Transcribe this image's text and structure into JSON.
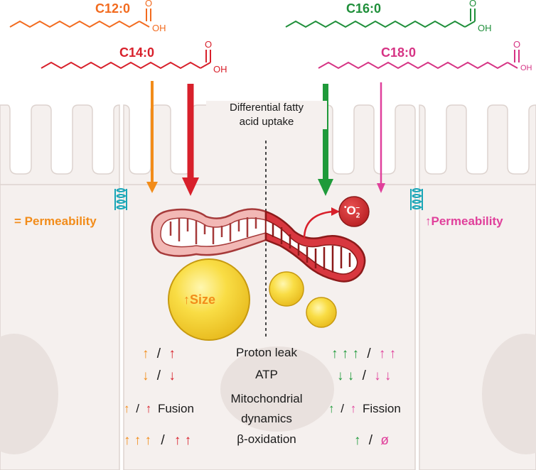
{
  "fatty_acids": {
    "c12": {
      "label": "C12:0",
      "oh": "OH",
      "o": "O",
      "color": "#f26b1f"
    },
    "c14": {
      "label": "C14:0",
      "oh": "OH",
      "o": "O",
      "color": "#d8202b"
    },
    "c16": {
      "label": "C16:0",
      "oh": "OH",
      "o": "O",
      "color": "#1f8f3a"
    },
    "c18": {
      "label": "C18:0",
      "oh": "OH",
      "o": "O",
      "color": "#d63384"
    }
  },
  "uptake_label_line1": "Differential fatty",
  "uptake_label_line2": "acid uptake",
  "superoxide": {
    "o": "O",
    "sub": "2",
    "sup": "–",
    "dot": "•"
  },
  "left_permeability": "= Permeability",
  "right_permeability": "↑Permeability",
  "lipid_size": "↑Size",
  "rows": [
    {
      "left_a": "↑",
      "sep": "/",
      "left_b": "↑",
      "label": "Proton leak",
      "right_a": "↑ ↑ ↑",
      "right_b": "↑ ↑"
    },
    {
      "left_a": "↓",
      "sep": "/",
      "left_b": "↓",
      "label": "ATP",
      "right_a": "↓ ↓",
      "right_b": "↓ ↓"
    },
    {
      "left_a": "↑",
      "sep": "/",
      "left_b": "↑",
      "left_extra": "Fusion",
      "label": "Mitochondrial",
      "label2": "dynamics",
      "right_a": "↑",
      "right_b": "↑",
      "right_extra": "Fission"
    },
    {
      "left_a": "↑ ↑ ↑",
      "sep": "/",
      "left_b": "↑ ↑",
      "label": "β-oxidation",
      "right_a": "↑",
      "right_b": "ø"
    }
  ]
}
